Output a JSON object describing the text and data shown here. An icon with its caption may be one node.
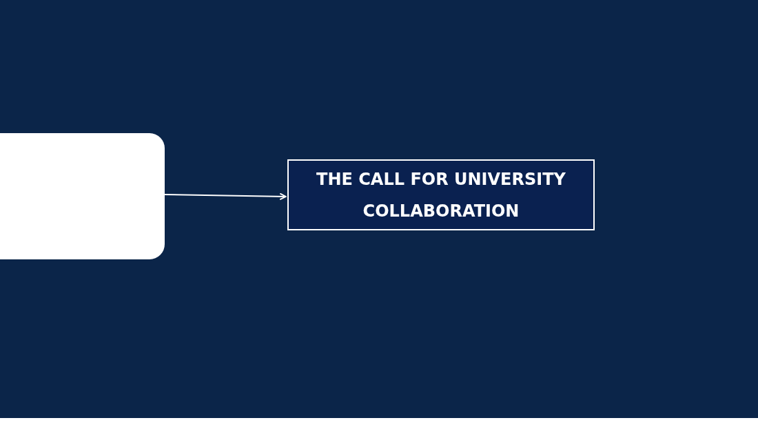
{
  "diagram": {
    "nodes": [
      {
        "text": [],
        "shape": "box"
      },
      {
        "text": [
          "THE CALL FOR UNIVERSITY COLLABORATION"
        ]
      }
    ],
    "edges": [
      {
        "from": 0,
        "to": 1,
        "arrow": "to"
      }
    ]
  }
}
